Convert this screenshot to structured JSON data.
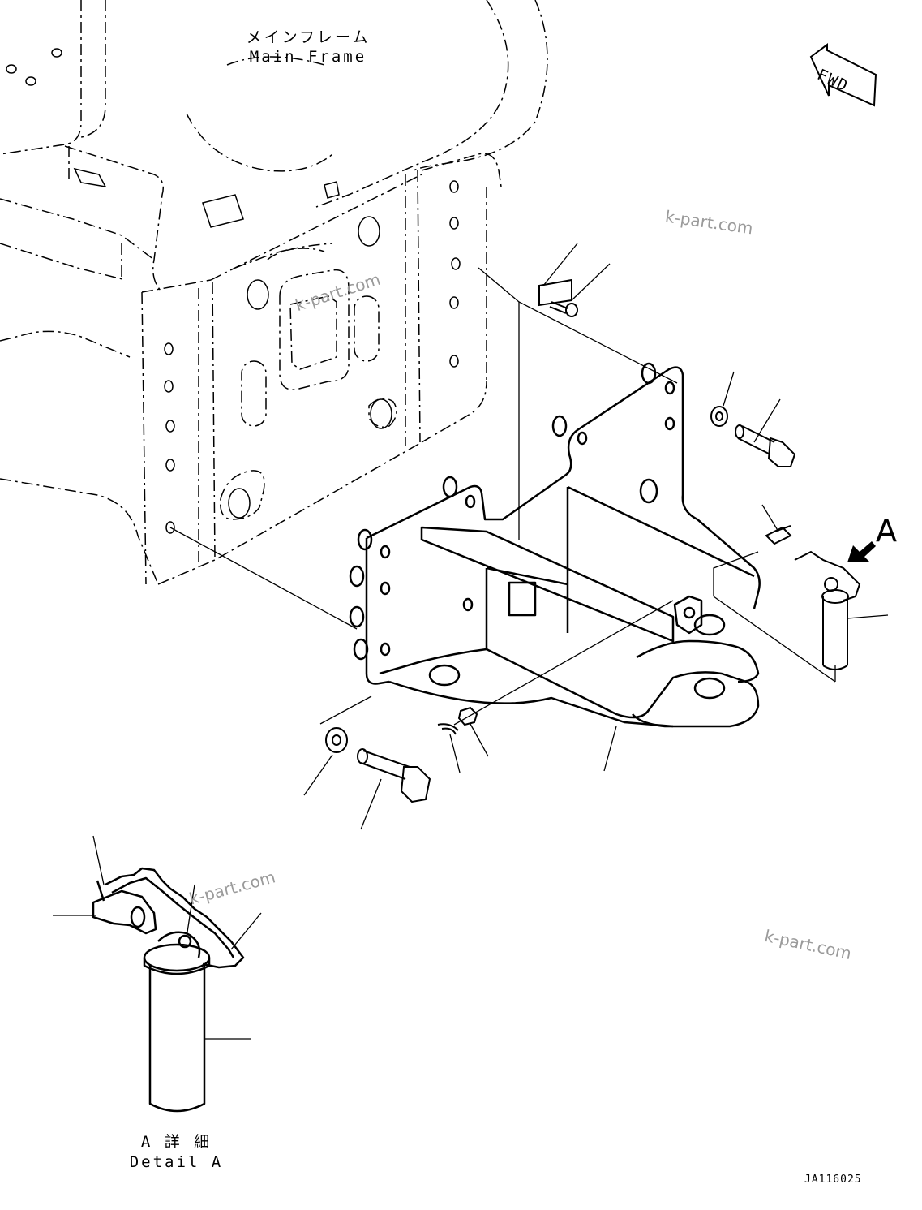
{
  "main_frame": {
    "label_jp": "メインフレーム",
    "label_en": "Main Frame"
  },
  "fwd_label": "FWD",
  "view_label": "A",
  "detail": {
    "label_jp": "A 詳 細",
    "label_en": "Detail A"
  },
  "drawing_code": "JA116025",
  "watermarks": [
    "k-part.com",
    "k-part.com",
    "k-part.com",
    "k-part.com"
  ],
  "colors": {
    "line": "#000000",
    "watermark": "#9a9a9a",
    "background": "#ffffff"
  }
}
